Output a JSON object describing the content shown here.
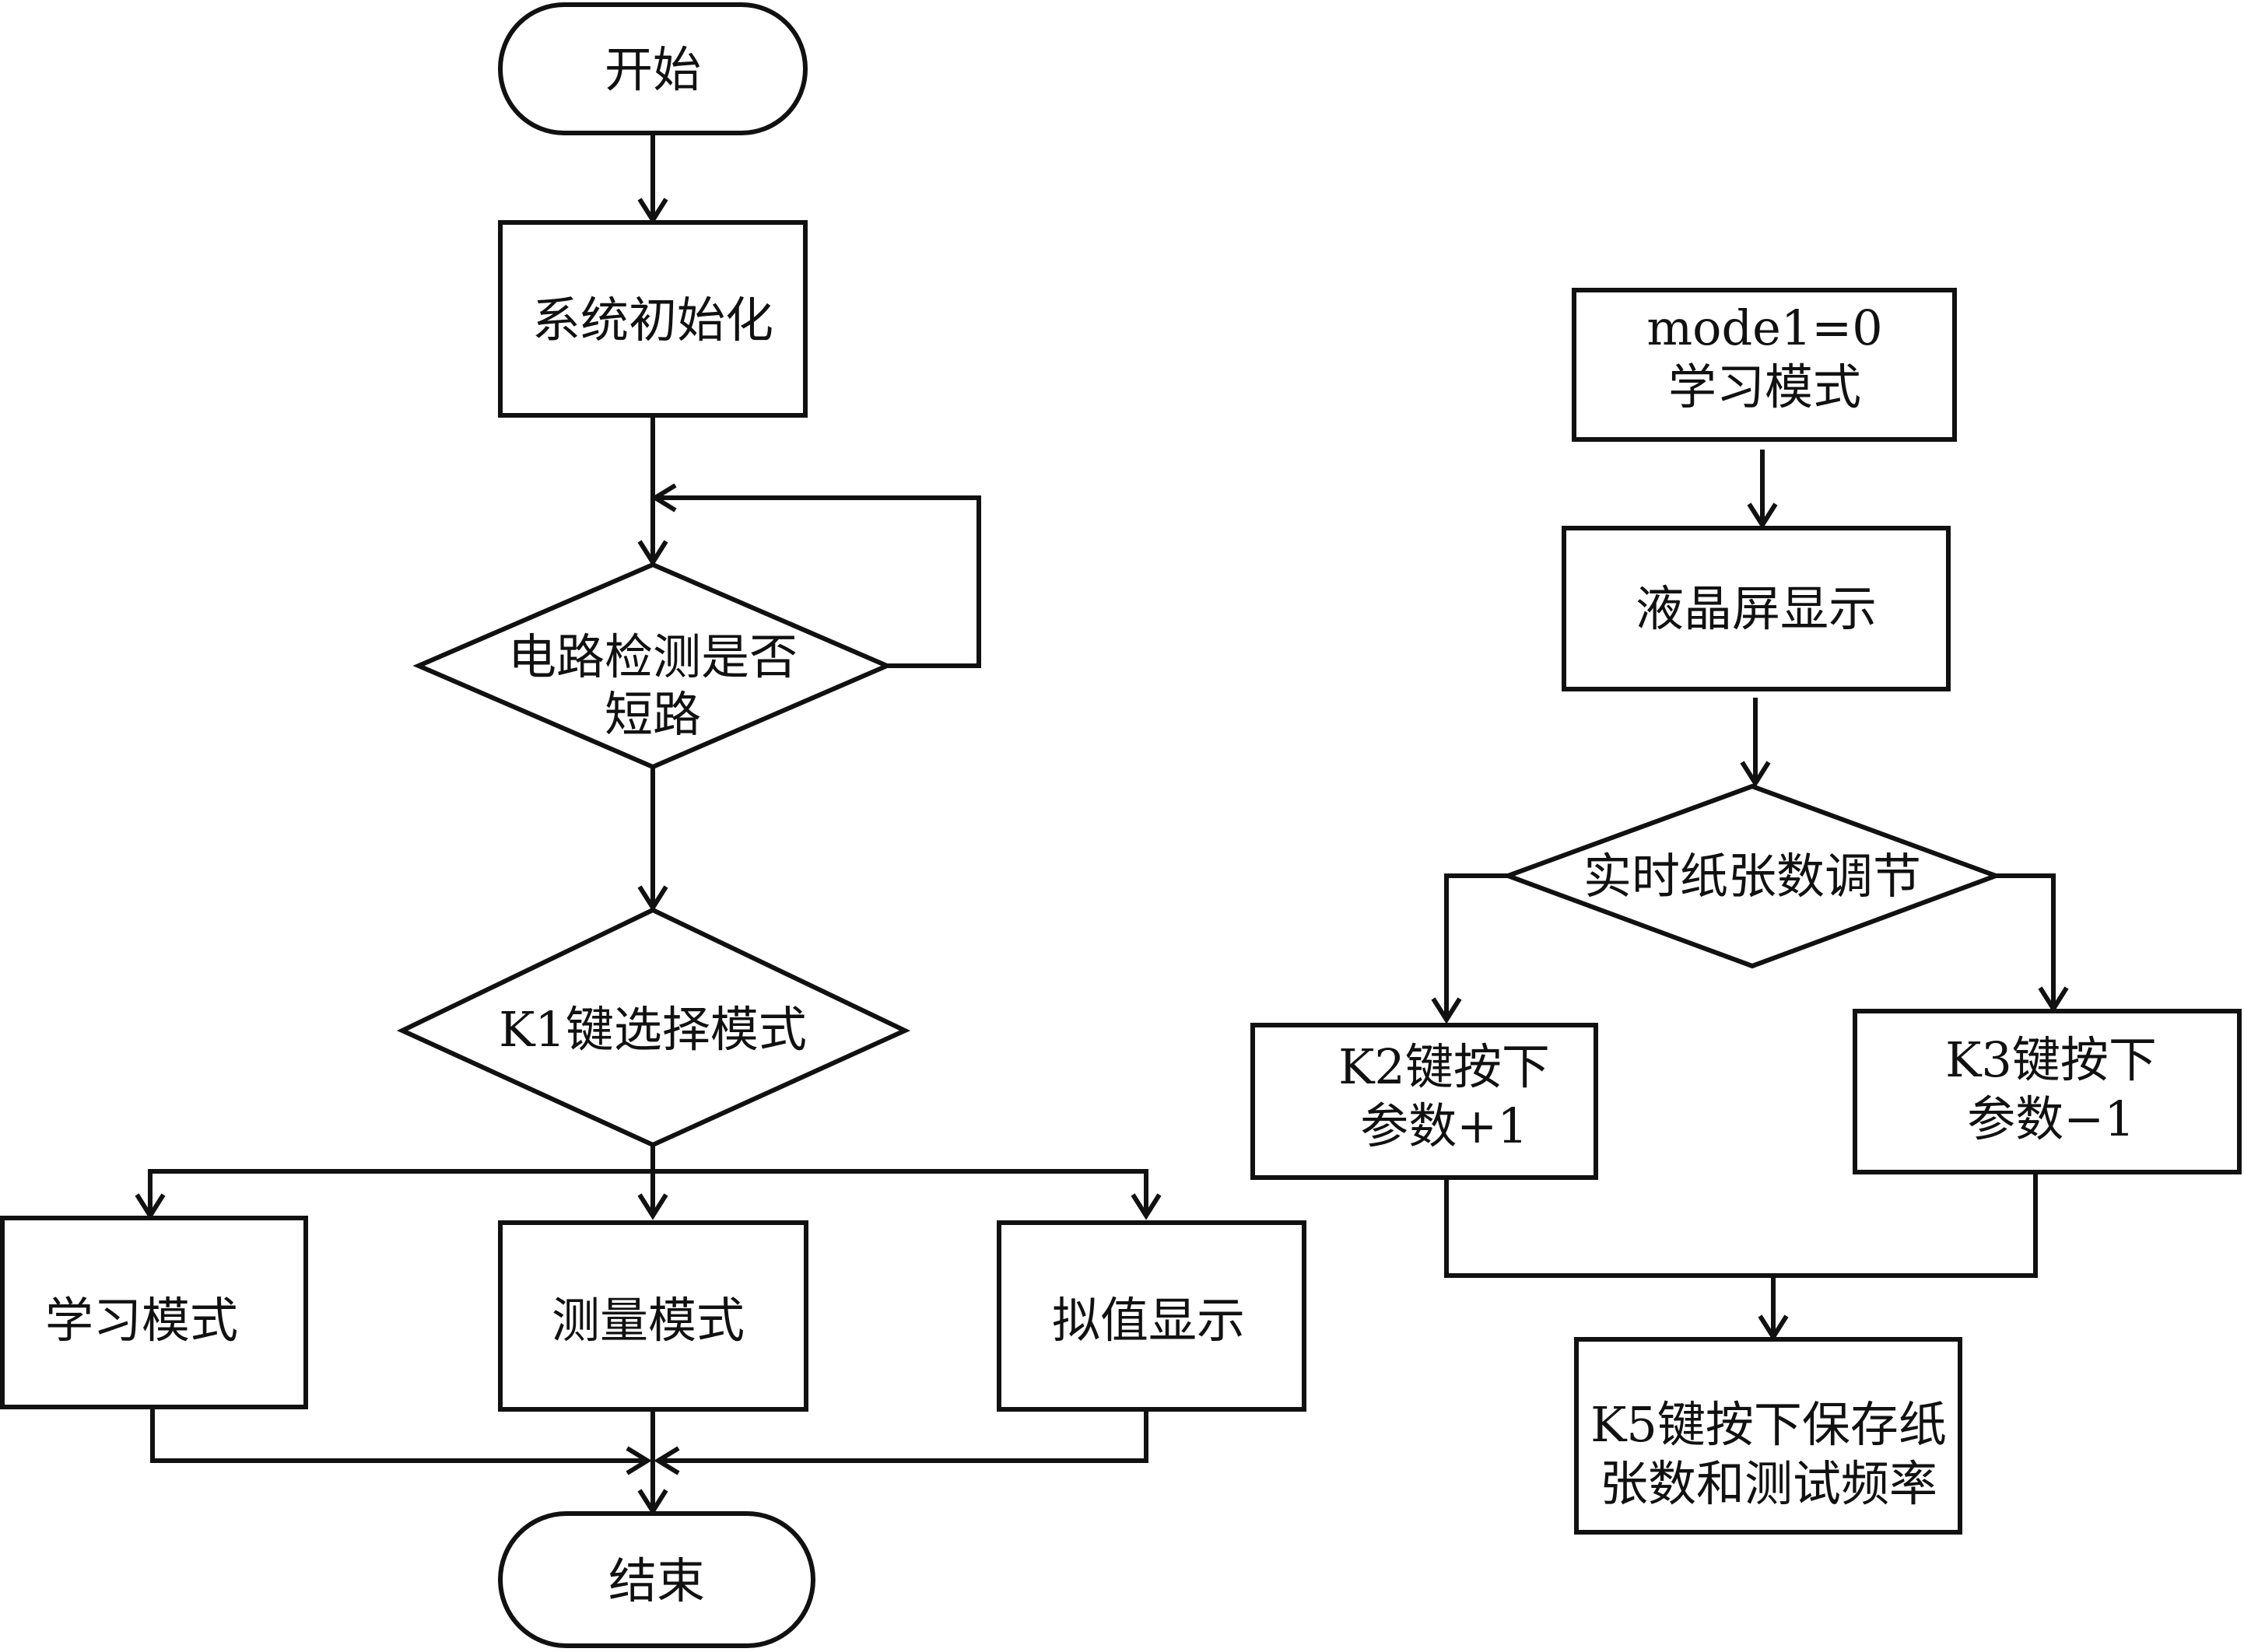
{
  "left_flow": {
    "start": "开始",
    "init": "系统初始化",
    "check": [
      "电路检测是否",
      "短路"
    ],
    "select_mode": "K1键选择模式",
    "learn_mode": "学习模式",
    "measure_mode": "测量模式",
    "fit_display": "拟值显示",
    "end": "结束"
  },
  "right_flow": {
    "mode_box": [
      "mode1=0",
      "学习模式"
    ],
    "lcd": "液晶屏显示",
    "adjust": "实时纸张数调节",
    "k2": [
      "K2键按下",
      "参数+1"
    ],
    "k3": [
      "K3键按下",
      "参数−1"
    ],
    "k5": [
      "K5键按下保存纸",
      "张数和测试频率"
    ]
  }
}
